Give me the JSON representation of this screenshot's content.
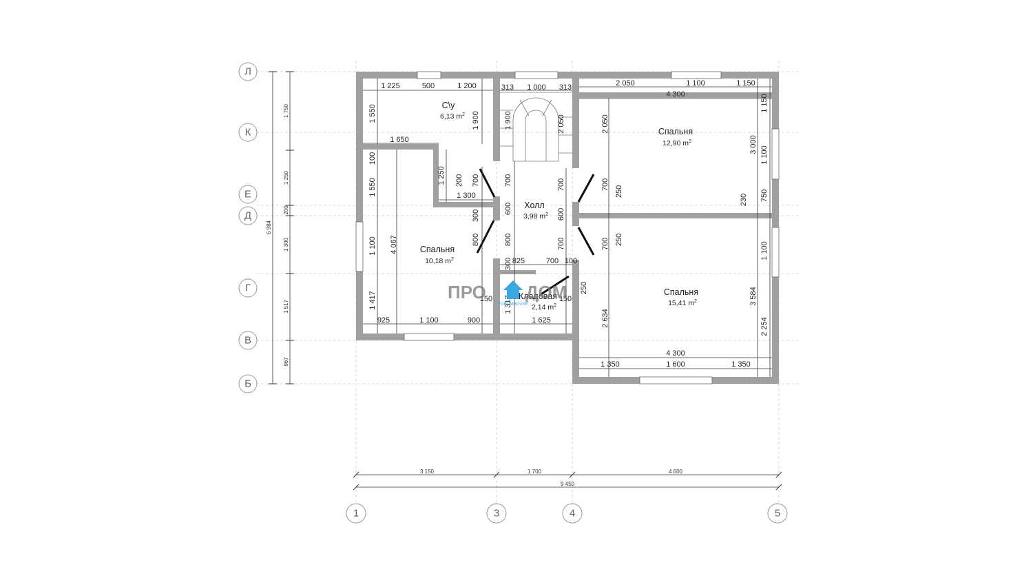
{
  "axes": {
    "rows": [
      "Л",
      "К",
      "Е",
      "Д",
      "Г",
      "В",
      "Б"
    ],
    "cols": [
      "1",
      "3",
      "4",
      "5"
    ]
  },
  "rooms": [
    {
      "name": "С\\у",
      "area": "6,13 m",
      "unit_exp": "2"
    },
    {
      "name": "Спальня",
      "area": "12,90 m",
      "unit_exp": "2"
    },
    {
      "name": "Холл",
      "area": "3,98 m",
      "unit_exp": "2"
    },
    {
      "name": "Спальня",
      "area": "10,18 m",
      "unit_exp": "2"
    },
    {
      "name": "Кладовая",
      "area": "2,14 m",
      "unit_exp": "2"
    },
    {
      "name": "Спальня",
      "area": "15,41 m",
      "unit_exp": "2"
    }
  ],
  "bottom_dims": {
    "seg_1_3": "3 150",
    "seg_3_4": "1 700",
    "seg_4_5": "4 600",
    "total": "9 450"
  },
  "left_dims": {
    "total": "6 984",
    "segments": [
      "1 750",
      "1 250",
      "200",
      "1 300",
      "1 517",
      "967"
    ]
  },
  "inner_dims": {
    "h": [
      "1 225",
      "500",
      "1 200",
      "313",
      "1 000",
      "313",
      "2 050",
      "1 100",
      "1 150",
      "4 300",
      "1 650",
      "1 300",
      "825",
      "700",
      "100",
      "925",
      "1 100",
      "900",
      "1 625",
      "4 300",
      "1 350",
      "1 600",
      "1 350"
    ],
    "v": [
      "1 550",
      "1 900",
      "1 900",
      "2 050",
      "2 050",
      "1 150",
      "3 000",
      "1 100",
      "100",
      "1 550",
      "1 250",
      "200",
      "700",
      "700",
      "700",
      "700",
      "250",
      "600",
      "600",
      "230",
      "750",
      "300",
      "1 100",
      "4 067",
      "800",
      "800",
      "700",
      "700",
      "250",
      "1 100",
      "300",
      "250",
      "1 417",
      "150",
      "1 317",
      "150",
      "3 584",
      "2 634",
      "2 254"
    ]
  },
  "watermark": {
    "left": "ПРО",
    "right": "ДОМ",
    "sub": "FORUMHOUSE"
  }
}
